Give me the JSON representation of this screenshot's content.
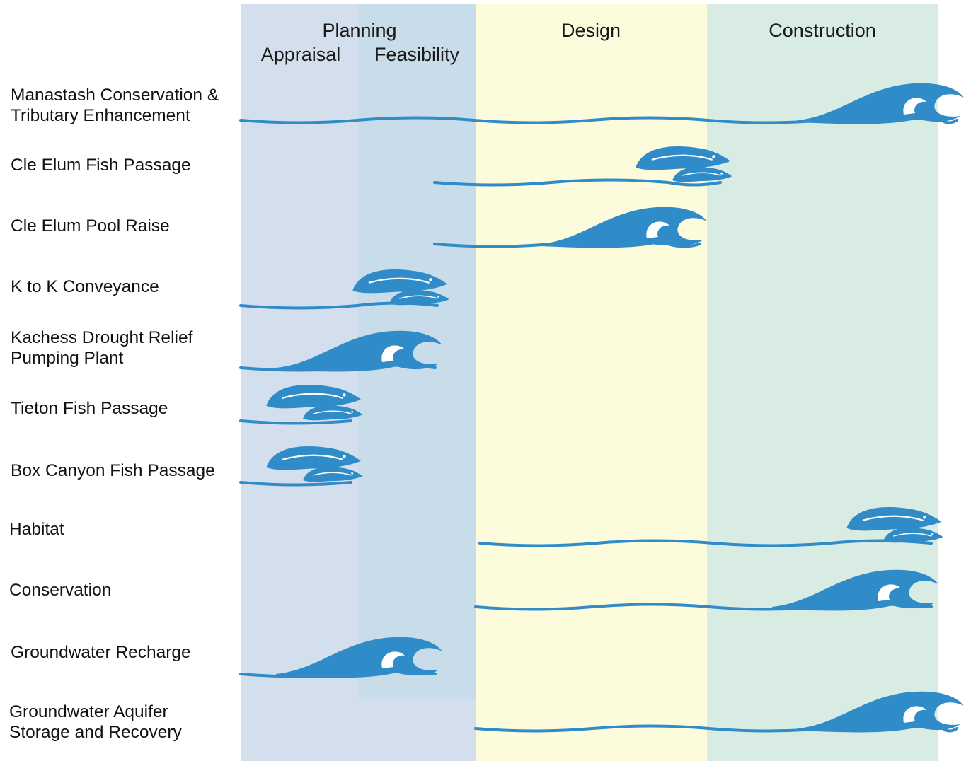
{
  "phases": {
    "planning": "Planning",
    "appraisal": "Appraisal",
    "feasibility": "Feasibility",
    "design": "Design",
    "construction": "Construction"
  },
  "colors": {
    "wave_blue": "#2f8cc9",
    "appraisal_bg": "#d3dfec",
    "feasibility_bg": "#c8dcea",
    "design_bg": "#fcfbdc",
    "construction_bg": "#d8ece4"
  },
  "projects": [
    {
      "line1": "Manastash Conservation &",
      "line2": "Tributary Enhancement",
      "icon": "wave-icon",
      "start": "Appraisal",
      "end": "Construction"
    },
    {
      "line1": "Cle Elum Fish Passage",
      "line2": "",
      "icon": "salmon-icon",
      "start": "Feasibility",
      "end": "Design"
    },
    {
      "line1": "Cle Elum Pool Raise",
      "line2": "",
      "icon": "wave-icon",
      "start": "Feasibility",
      "end": "Design"
    },
    {
      "line1": "K to K Conveyance",
      "line2": "",
      "icon": "salmon-icon",
      "start": "Appraisal",
      "end": "Feasibility"
    },
    {
      "line1": "Kachess Drought Relief",
      "line2": "Pumping Plant",
      "icon": "wave-icon",
      "start": "Appraisal",
      "end": "Feasibility"
    },
    {
      "line1": "Tieton Fish Passage",
      "line2": "",
      "icon": "salmon-icon",
      "start": "Appraisal",
      "end": "Appraisal"
    },
    {
      "line1": "Box Canyon Fish Passage",
      "line2": "",
      "icon": "salmon-icon",
      "start": "Appraisal",
      "end": "Appraisal"
    },
    {
      "line1": "Habitat",
      "line2": "",
      "icon": "salmon-icon",
      "start": "Design",
      "end": "Construction"
    },
    {
      "line1": "Conservation",
      "line2": "",
      "icon": "wave-icon",
      "start": "Design",
      "end": "Construction"
    },
    {
      "line1": "Groundwater Recharge",
      "line2": "",
      "icon": "wave-icon",
      "start": "Appraisal",
      "end": "Feasibility"
    },
    {
      "line1": "Groundwater Aquifer",
      "line2": "Storage and Recovery",
      "icon": "wave-icon",
      "start": "Design",
      "end": "Construction"
    }
  ]
}
